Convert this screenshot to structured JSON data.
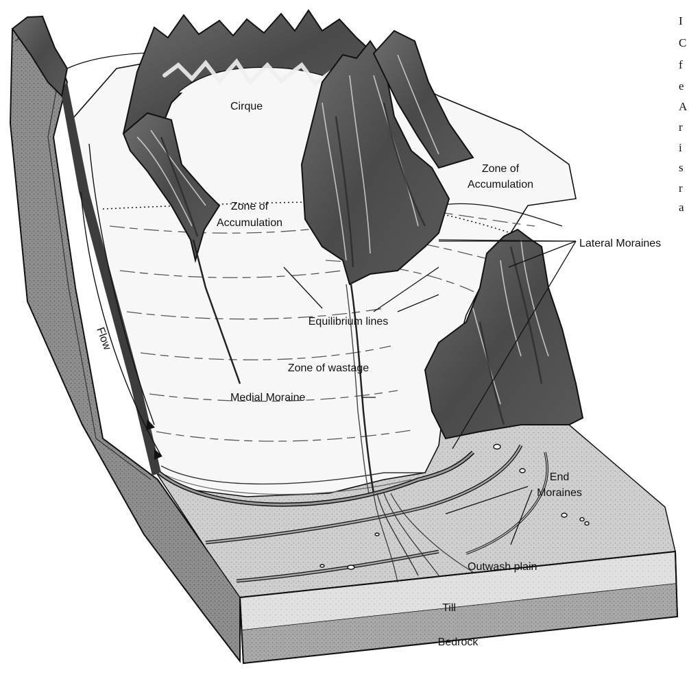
{
  "labels": {
    "cirque": "Cirque",
    "zone_accumulation_left_line1": "Zone of",
    "zone_accumulation_left_line2": "Accumulation",
    "zone_accumulation_right_line1": "Zone of",
    "zone_accumulation_right_line2": "Accumulation",
    "lateral_moraines": "Lateral Moraines",
    "equilibrium_lines": "Equilibrium lines",
    "flow": "Flow",
    "zone_of_wastage": "Zone of wastage",
    "medial_moraine": "Medial Moraine",
    "end_moraines_line1": "End",
    "end_moraines_line2": "Moraines",
    "outwash_plain": "Outwash plain",
    "till": "Till",
    "bedrock": "Bedrock"
  },
  "cropped_margin_text": [
    "I",
    "C",
    "f",
    "e",
    "A",
    "r",
    "i",
    "s",
    "r",
    "a"
  ],
  "colors": {
    "rock_dark": "#4a4a4a",
    "rock_mid": "#6b6b6b",
    "ice": "#f7f7f7",
    "block_side_light": "#c8c8c8",
    "block_side_dark": "#8e8e8e",
    "ground": "#d8d8d8",
    "ink": "#111111"
  }
}
